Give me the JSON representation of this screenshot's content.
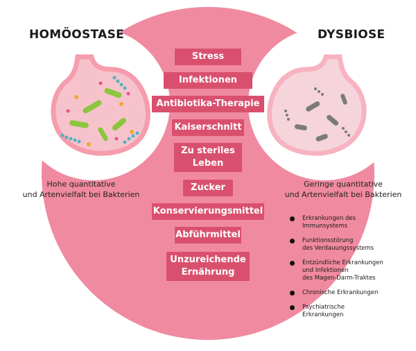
{
  "headings": {
    "left": "HOMÖOSTASE",
    "right": "DYSBIOSE"
  },
  "captions": {
    "left": "Hohe quantitative\nund Artenvielfalt bei Bakterien",
    "right": "Geringe quantitative\nund Artenvielfalt bei Bakterien"
  },
  "factors": [
    "Stress",
    "Infektionen",
    "Antibiotika-Therapie",
    "Kaiserschnitt",
    "Zu steriles\nLeben",
    "Zucker",
    "Konservierungsmittel",
    "Abführmittel",
    "Unzureichende\nErnährung"
  ],
  "consequences": [
    "Erkrankungen des\nImmunsystems",
    "Funktionsstörung\ndes Verdauungssystems",
    "Entzündliche Erkrankungen\nund Infektionen\ndes Magen-Darm-Traktes",
    "Chronische Erkrankungen",
    "Psychiatrische\nErkrankungen"
  ],
  "colors": {
    "main_circle": "#f08aa0",
    "factor_box": "#d9506e",
    "stomach_fill": "#f6c3cd",
    "stomach_outline": "#f59cad",
    "bacteria_healthy": [
      "#8cc63f",
      "#f0a830",
      "#4fb3bf",
      "#e94f8a"
    ],
    "bacteria_dysbiosis": "#7a7a7a"
  }
}
